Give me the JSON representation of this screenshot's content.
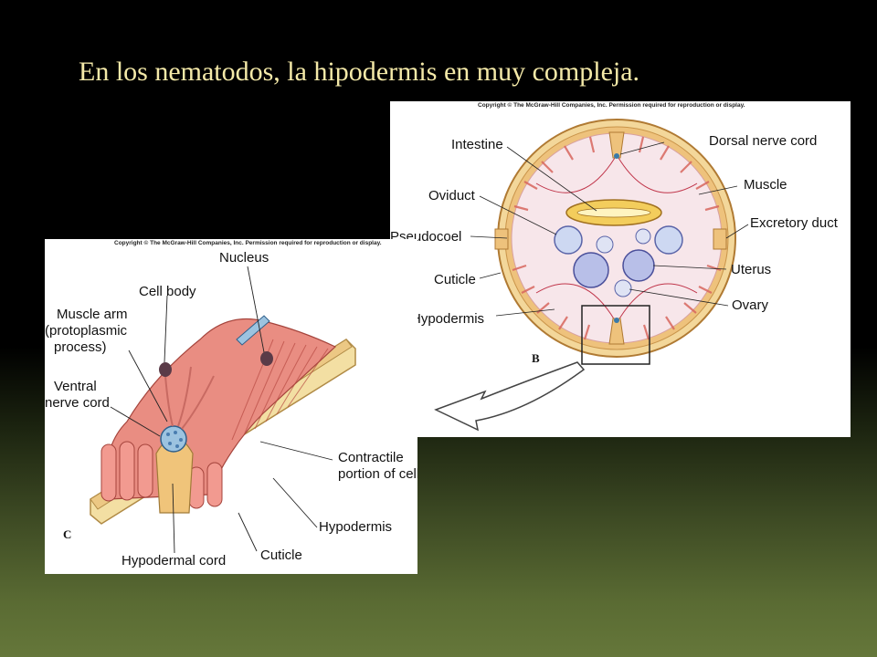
{
  "slide": {
    "title": "En los nematodos, la hipodermis en muy compleja."
  },
  "figure_b": {
    "copyright": "Copyright © The McGraw-Hill Companies, Inc. Permission required for reproduction or display.",
    "panel_letter": "B",
    "labels": {
      "intestine": "Intestine",
      "dorsal_nerve_cord": "Dorsal nerve cord",
      "oviduct": "Oviduct",
      "muscle": "Muscle",
      "excretory_duct": "Excretory duct",
      "pseudocoel": "Pseudocoel",
      "uterus": "Uterus",
      "cuticle": "Cuticle",
      "ovary": "Ovary",
      "hypodermis": "Hypodermis"
    }
  },
  "figure_c": {
    "copyright": "Copyright © The McGraw-Hill Companies, Inc. Permission required for reproduction or display.",
    "panel_letter": "C",
    "labels": {
      "nucleus": "Nucleus",
      "cell_body": "Cell body",
      "muscle_arm_1": "Muscle arm",
      "muscle_arm_2": "(protoplasmic",
      "muscle_arm_3": "process)",
      "ventral_1": "Ventral",
      "ventral_2": "nerve cord",
      "contractile_1": "Contractile",
      "contractile_2": "portion of cell",
      "hypodermis": "Hypodermis",
      "hypodermal_cord": "Hypodermal cord",
      "cuticle": "Cuticle"
    }
  },
  "colors": {
    "title": "#f4e9a8",
    "tissue_pink": "#e8847a",
    "hypodermis_tan": "#f0c47a",
    "cuticle_yellow": "#f7dc95",
    "nerve_blue": "#9cc3e0"
  }
}
